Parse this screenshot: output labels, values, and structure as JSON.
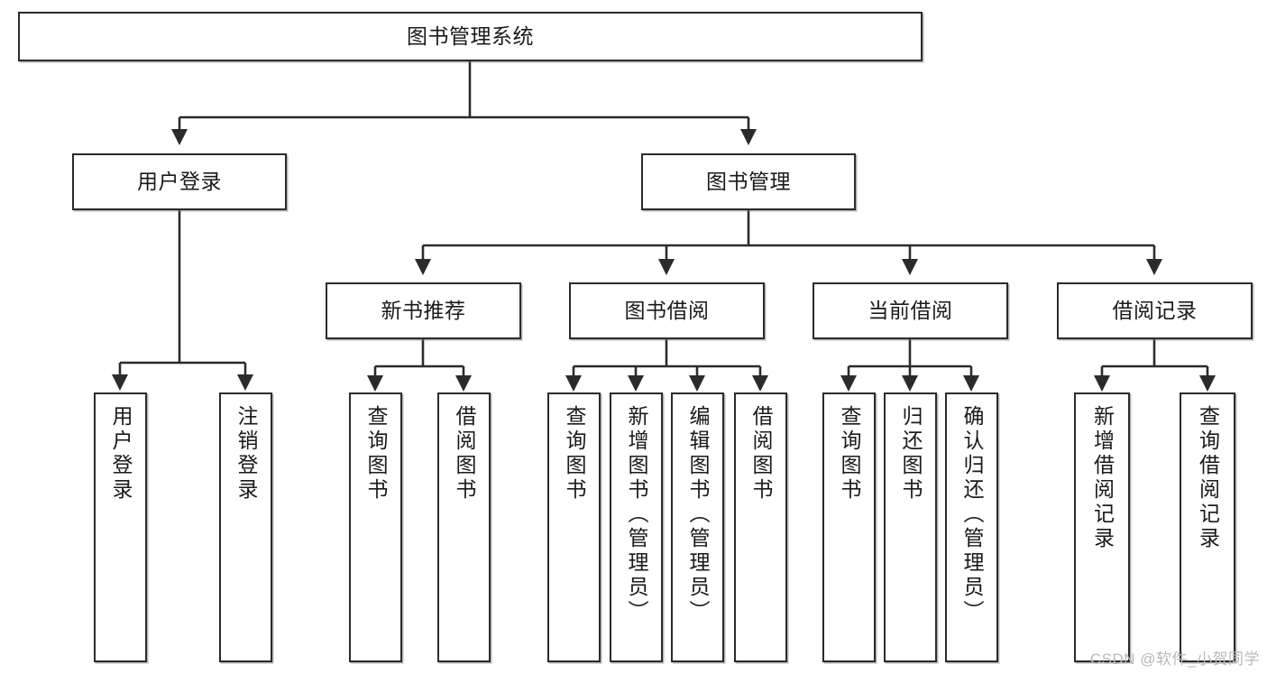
{
  "diagram": {
    "title": "图书管理系统",
    "type": "tree-structure-diagram",
    "watermark": "CSDN @软件_小贺同学",
    "colors": {
      "node_border": "#2b2b2b",
      "node_fill": "#ffffff",
      "edge": "#2b2b2b",
      "text": "#1a1a1a",
      "watermark": "#b9b9b9"
    }
  },
  "nodes": {
    "root": {
      "label": "图书管理系统"
    },
    "level2": [
      {
        "label": "用户登录"
      },
      {
        "label": "图书管理"
      }
    ],
    "level3": [
      {
        "label": "新书推荐"
      },
      {
        "label": "图书借阅"
      },
      {
        "label": "当前借阅"
      },
      {
        "label": "借阅记录"
      }
    ],
    "leaves": {
      "user_login": [
        {
          "label": "用户登录"
        },
        {
          "label": "注销登录"
        }
      ],
      "new_book": [
        {
          "label": "查询图书"
        },
        {
          "label": "借阅图书"
        }
      ],
      "book_borrow": [
        {
          "label": "查询图书"
        },
        {
          "label": "新增图书（管理员）"
        },
        {
          "label": "编辑图书（管理员）"
        },
        {
          "label": "借阅图书"
        }
      ],
      "current_borrow": [
        {
          "label": "查询图书"
        },
        {
          "label": "归还图书"
        },
        {
          "label": "确认归还（管理员）"
        }
      ],
      "borrow_record": [
        {
          "label": "新增借阅记录"
        },
        {
          "label": "查询借阅记录"
        }
      ]
    }
  }
}
